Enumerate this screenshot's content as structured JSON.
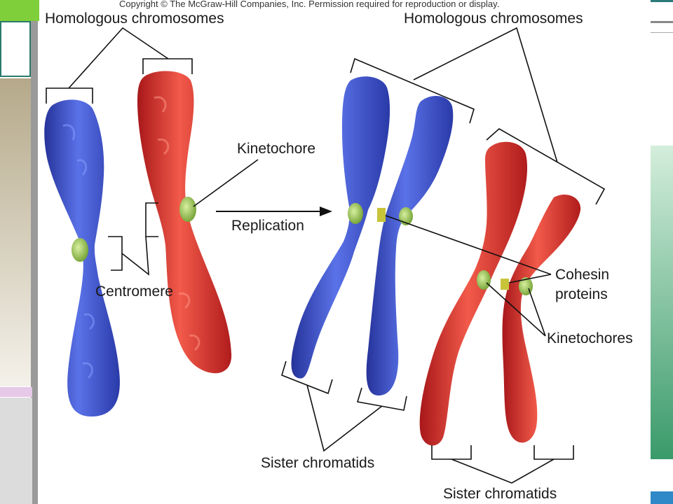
{
  "copyright": "Copyright © The McGraw-Hill Companies, Inc. Permission required for reproduction or display.",
  "labels": {
    "homologous_left": "Homologous chromosomes",
    "homologous_right": "Homologous chromosomes",
    "kinetochore": "Kinetochore",
    "replication": "Replication",
    "centromere": "Centromere",
    "cohesin_line1": "Cohesin",
    "cohesin_line2": "proteins",
    "kinetochores": "Kinetochores",
    "sister_chromatids_middle": "Sister chromatids",
    "sister_chromatids_bottom": "Sister chromatids"
  },
  "colors": {
    "blue_chromosome": "#3a4fc4",
    "red_chromosome": "#d8302c",
    "kinetochore_green": "#9cc45a",
    "cohesin_yellow": "#c8c43a",
    "slide_green": "#3a9a6a",
    "slide_olive": "#b8aa88"
  }
}
